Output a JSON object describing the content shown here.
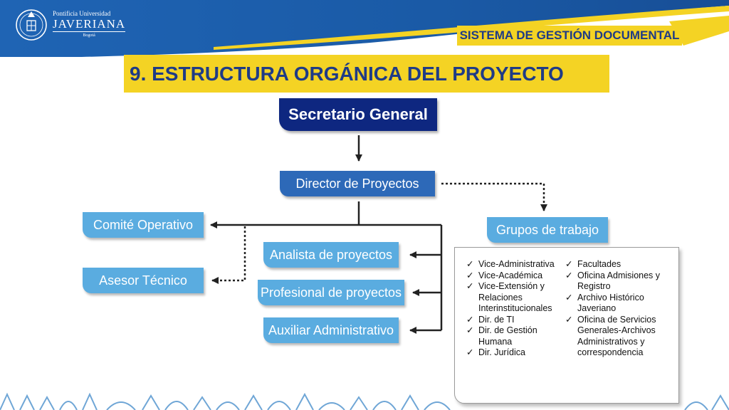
{
  "header": {
    "logo_line1": "Pontificia Universidad",
    "logo_line2": "JAVERIANA",
    "logo_line3": "Bogotá",
    "system_title": "SISTEMA DE GESTIÓN DOCUMENTAL"
  },
  "slide_title": "9. ESTRUCTURA ORGÁNICA DEL PROYECTO",
  "org": {
    "top": "Secretario General",
    "director": "Director de Proyectos",
    "comite": "Comité Operativo",
    "asesor": "Asesor Técnico",
    "grupos": "Grupos de trabajo",
    "analista": "Analista de proyectos",
    "profesional": "Profesional de proyectos",
    "auxiliar": "Auxiliar Administrativo"
  },
  "groups_list": {
    "col1": [
      "Vice-Administrativa",
      "Vice-Académica",
      "Vice-Extensión y Relaciones Interinstitucionales",
      "Dir. de TI",
      "Dir. de Gestión Humana",
      "Dir. Jurídica"
    ],
    "col2": [
      "Facultades",
      "Oficina Admisiones y Registro",
      "Archivo Histórico Javeriano",
      "Oficina de Servicios Generales-Archivos Administrativos y correspondencia"
    ]
  },
  "colors": {
    "banner_blue": "#1b5fae",
    "accent_yellow": "#f4d324",
    "title_blue": "#1f3b86",
    "dark_box": "#0e2780",
    "mid_box": "#2d69b8",
    "light_box": "#5aace0"
  },
  "icons": [
    "university-crest-icon",
    "checkmark-icon"
  ]
}
